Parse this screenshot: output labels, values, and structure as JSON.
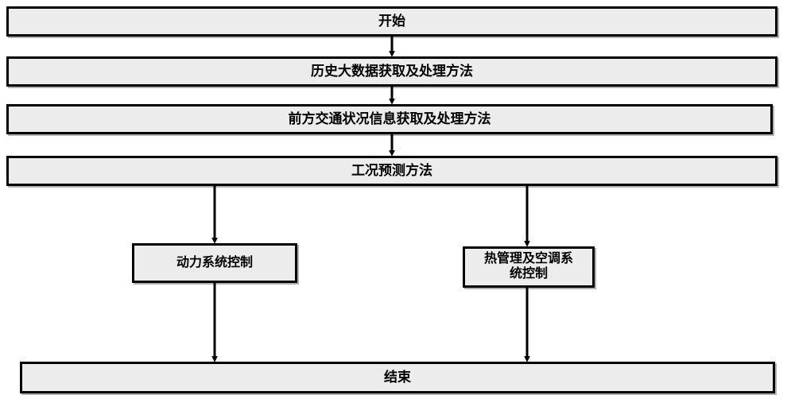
{
  "diagram": {
    "type": "flowchart",
    "orientation": "top-to-bottom",
    "title_text": "",
    "style": {
      "node_fill": "#ececec",
      "node_border": "#000000",
      "edge_color": "#000000",
      "background": "#ffffff",
      "text_color": "#000000"
    },
    "nodes": [
      {
        "id": "start",
        "label": "开始",
        "shape": "rectangle"
      },
      {
        "id": "history",
        "label": "历史大数据获取及处理方法",
        "shape": "rectangle"
      },
      {
        "id": "traffic",
        "label": "前方交通状况信息获取及处理方法",
        "shape": "rectangle"
      },
      {
        "id": "predict",
        "label": "工况预测方法",
        "shape": "rectangle"
      },
      {
        "id": "powertrain",
        "label": "动力系统控制",
        "shape": "rectangle"
      },
      {
        "id": "thermal",
        "label": "热管理及空调系\n统控制",
        "shape": "rectangle"
      },
      {
        "id": "end",
        "label": "结束",
        "shape": "rectangle"
      }
    ],
    "edges": [
      {
        "from": "start",
        "to": "history",
        "label": "",
        "arrow": "down"
      },
      {
        "from": "history",
        "to": "traffic",
        "label": "",
        "arrow": "down"
      },
      {
        "from": "traffic",
        "to": "predict",
        "label": "",
        "arrow": "down"
      },
      {
        "from": "predict",
        "to": "powertrain",
        "label": "",
        "arrow": "down"
      },
      {
        "from": "predict",
        "to": "thermal",
        "label": "",
        "arrow": "down"
      },
      {
        "from": "powertrain",
        "to": "end",
        "label": "",
        "arrow": "down"
      },
      {
        "from": "thermal",
        "to": "end",
        "label": "",
        "arrow": "down"
      }
    ]
  }
}
